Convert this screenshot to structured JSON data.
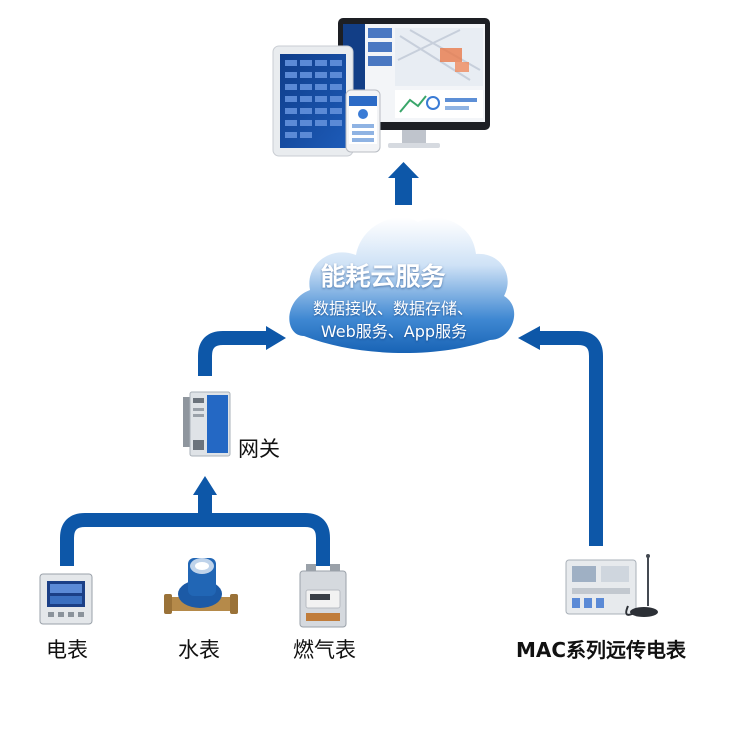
{
  "cloud": {
    "title": "能耗云服务",
    "line1": "数据接收、数据存储、",
    "line2": "Web服务、App服务"
  },
  "gateway": {
    "label": "网关"
  },
  "meters": {
    "electric": "电表",
    "water": "水表",
    "gas": "燃气表",
    "mac": "MAC系列远传电表"
  },
  "colors": {
    "arrow": "#0d57a8",
    "cloud_top": "#ffffff",
    "cloud_bottom": "#1d6fc1"
  }
}
